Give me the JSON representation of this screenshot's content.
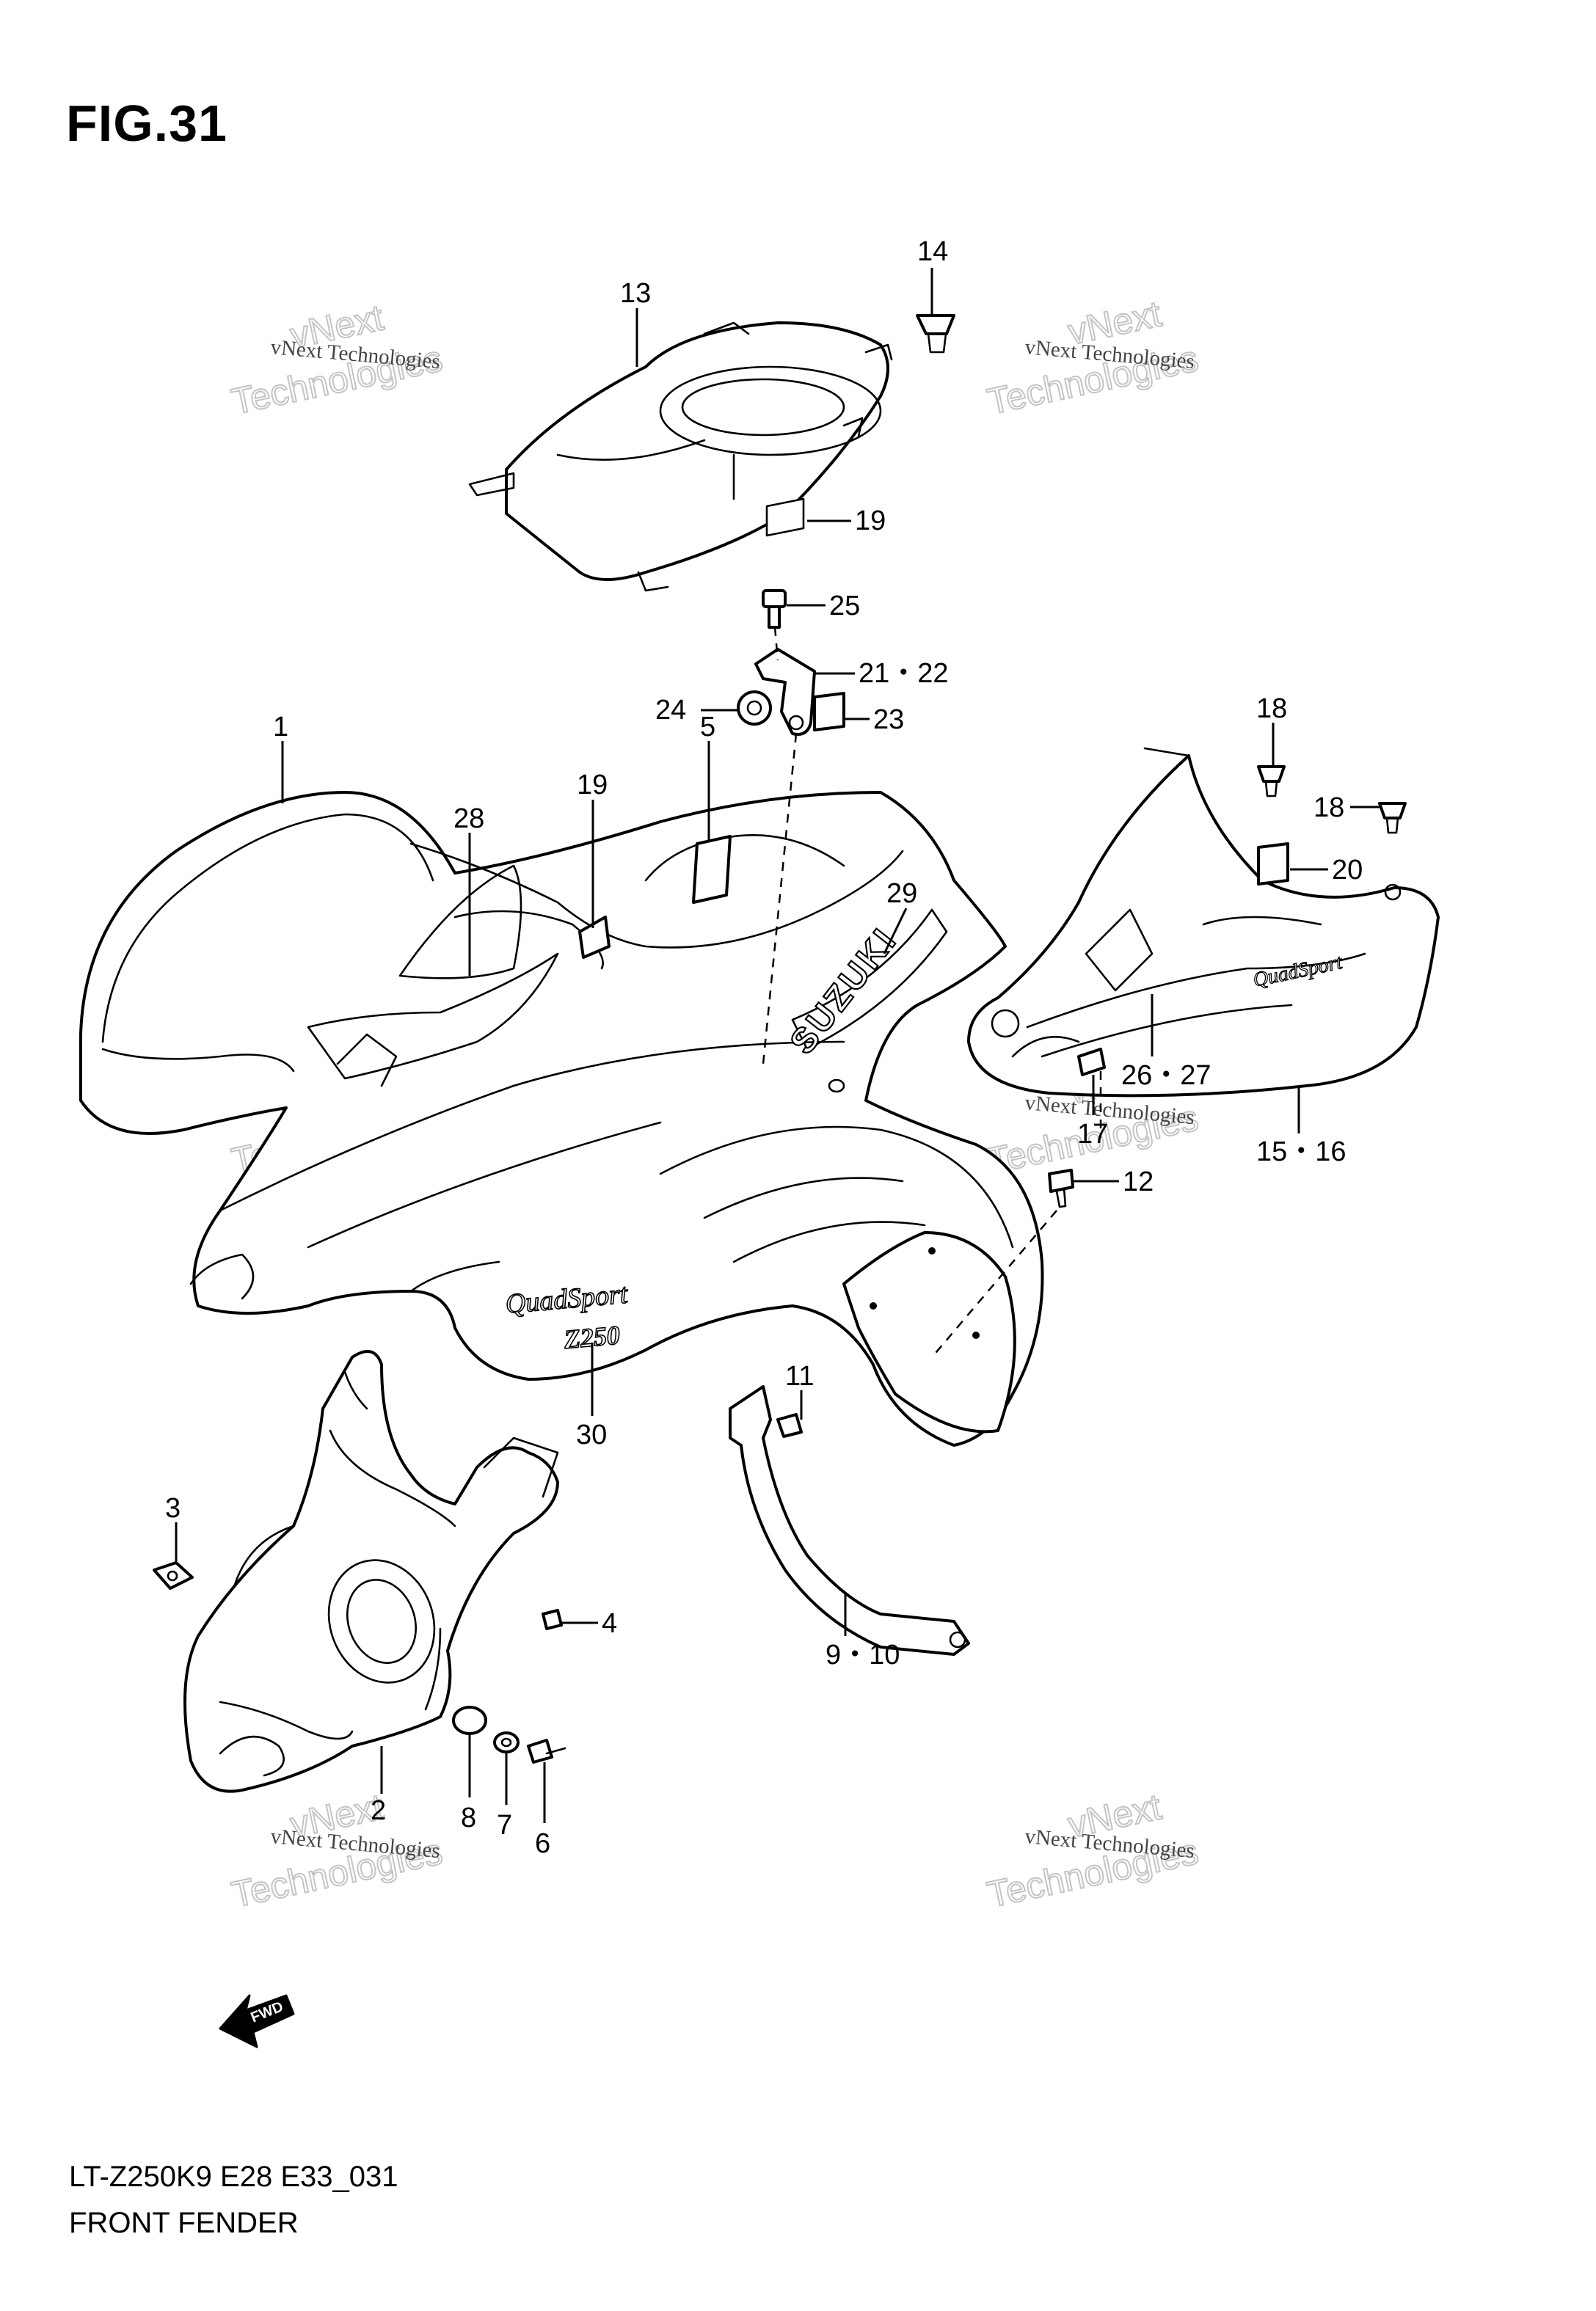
{
  "figure": {
    "title": "FIG.31",
    "model_code": "LT-Z250K9 E28 E33_031",
    "section_name": "FRONT FENDER"
  },
  "watermark": {
    "line_small": "vNext Technologies",
    "line_a": "vNext",
    "line_b": "Technologies"
  },
  "callouts": [
    {
      "id": "c-14",
      "label": "14"
    },
    {
      "id": "c-13",
      "label": "13"
    },
    {
      "id": "c-19a",
      "label": "19"
    },
    {
      "id": "c-25",
      "label": "25"
    },
    {
      "id": "c-2122",
      "label": "21・22"
    },
    {
      "id": "c-24",
      "label": "24"
    },
    {
      "id": "c-23",
      "label": "23"
    },
    {
      "id": "c-1",
      "label": "1"
    },
    {
      "id": "c-28",
      "label": "28"
    },
    {
      "id": "c-19b",
      "label": "19"
    },
    {
      "id": "c-5",
      "label": "5"
    },
    {
      "id": "c-29",
      "label": "29"
    },
    {
      "id": "c-18a",
      "label": "18"
    },
    {
      "id": "c-18b",
      "label": "18"
    },
    {
      "id": "c-20",
      "label": "20"
    },
    {
      "id": "c-2627",
      "label": "26・27"
    },
    {
      "id": "c-17",
      "label": "17"
    },
    {
      "id": "c-1516",
      "label": "15・16"
    },
    {
      "id": "c-12",
      "label": "12"
    },
    {
      "id": "c-30",
      "label": "30"
    },
    {
      "id": "c-11",
      "label": "11"
    },
    {
      "id": "c-3",
      "label": "3"
    },
    {
      "id": "c-4",
      "label": "4"
    },
    {
      "id": "c-910",
      "label": "9・10"
    },
    {
      "id": "c-2",
      "label": "2"
    },
    {
      "id": "c-8",
      "label": "8"
    },
    {
      "id": "c-7",
      "label": "7"
    },
    {
      "id": "c-6",
      "label": "6"
    }
  ],
  "decals": {
    "brand": "SUZUKI",
    "model": "QuadSport",
    "model_short": "Z250",
    "direction_arrow": "FWD"
  }
}
